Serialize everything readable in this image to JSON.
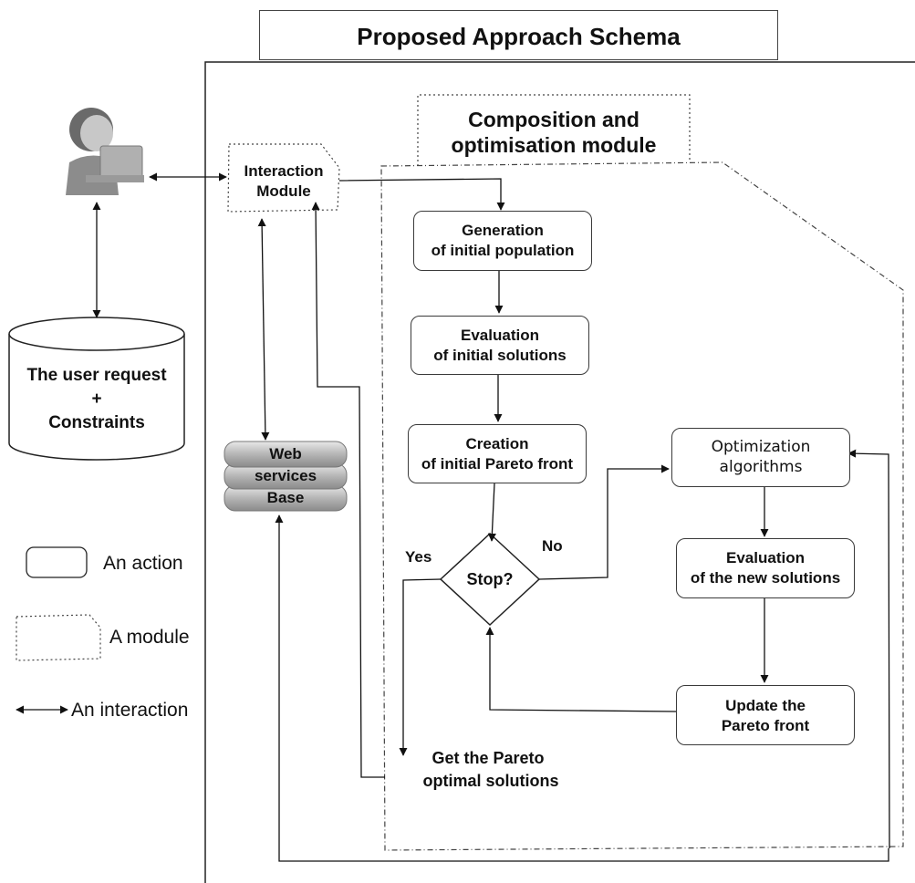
{
  "title": "Proposed Approach Schema",
  "module_title": {
    "line1": "Composition and",
    "line2": "optimisation module"
  },
  "interaction_module": {
    "line1": "Interaction",
    "line2": "Module"
  },
  "user_request": {
    "line1": "The user request",
    "line2": "+",
    "line3": "Constraints"
  },
  "web_services": {
    "line1": "Web",
    "line2": "services",
    "line3": "Base"
  },
  "steps": {
    "generation": {
      "line1": "Generation",
      "line2": "of initial population"
    },
    "evaluation_initial": {
      "line1": "Evaluation",
      "line2": "of initial solutions"
    },
    "creation": {
      "line1": "Creation",
      "line2": "of initial Pareto front"
    },
    "stop": "Stop?",
    "optimization": {
      "line1": "Optimization",
      "line2": "algorithms"
    },
    "evaluation_new": {
      "line1": "Evaluation",
      "line2": "of the new solutions"
    },
    "update": {
      "line1": "Update the",
      "line2": "Pareto front"
    },
    "get_pareto": {
      "line1": "Get the Pareto",
      "line2": "optimal solutions"
    }
  },
  "branch_labels": {
    "yes": "Yes",
    "no": "No"
  },
  "legend": {
    "action": "An action",
    "module": "A module",
    "interaction": "An interaction"
  },
  "colors": {
    "stroke": "#222222",
    "cylinder_band": "#bdbdbd",
    "person_body": "#8c8c8c"
  }
}
